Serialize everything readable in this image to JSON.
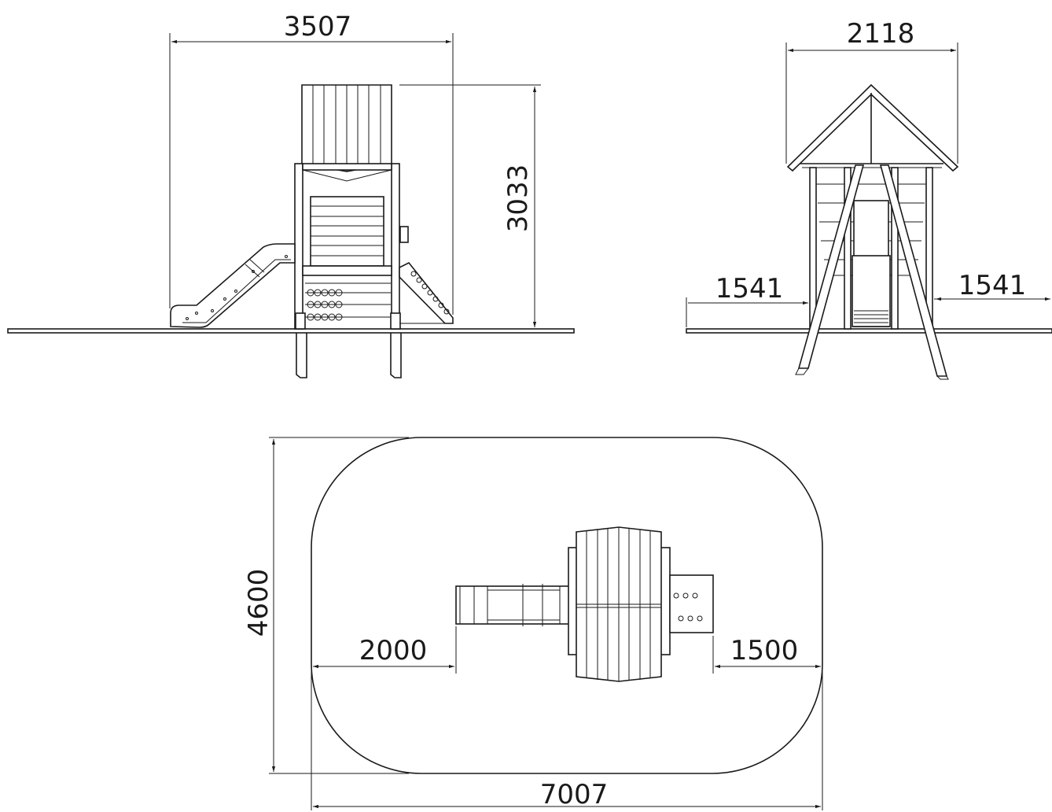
{
  "dimensions": {
    "front_width": "3507",
    "front_height": "3033",
    "side_width": "2118",
    "side_left_clearance": "1541",
    "side_right_clearance": "1541",
    "plan_depth": "4600",
    "plan_left_clearance": "2000",
    "plan_right_clearance": "1500",
    "plan_total_length": "7007"
  }
}
